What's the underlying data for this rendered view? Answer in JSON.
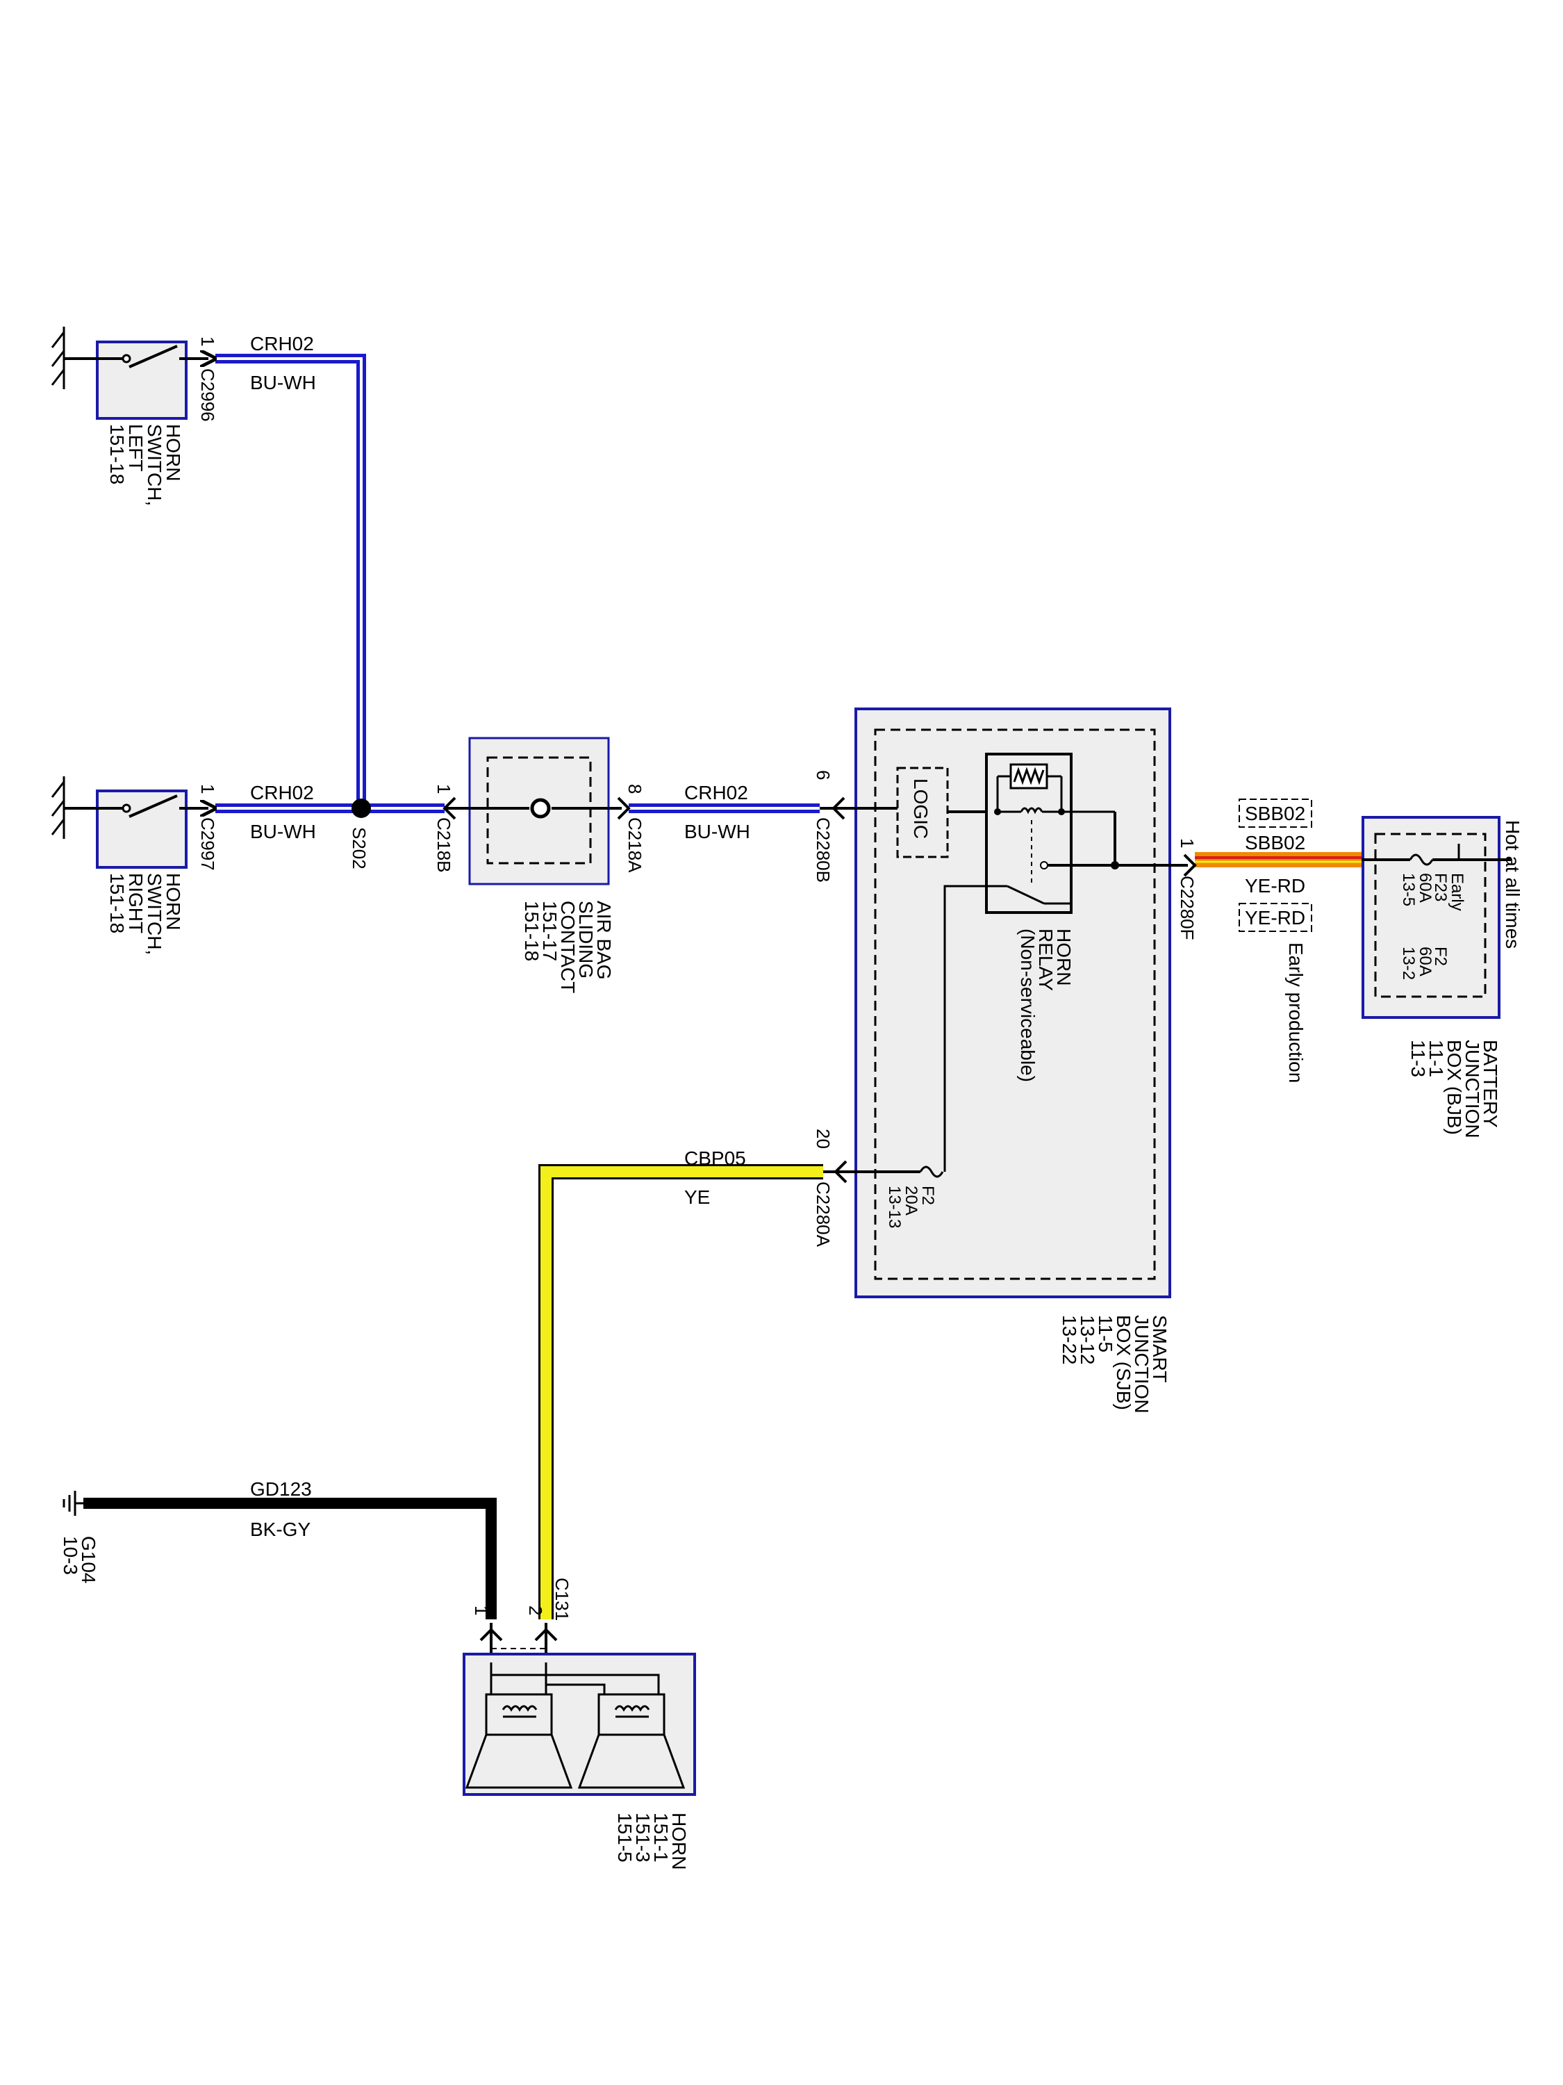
{
  "diagram": {
    "hot_label": "Hot at all times",
    "colors": {
      "blue_wire": "#1a1acc",
      "yellow_wire": "#f2ef1a",
      "black_wire": "#000000",
      "orange_wire": "#f08a00",
      "red_wire": "#d81e1e",
      "box_fill": "#eeeeee",
      "box_border": "#1a1aa8"
    },
    "components": {
      "horn_switch_left": {
        "l1": "HORN",
        "l2": "SWITCH,",
        "l3": "LEFT",
        "l4": "151-18",
        "connector": "C2996",
        "pin": "1"
      },
      "horn_switch_right": {
        "l1": "HORN",
        "l2": "SWITCH,",
        "l3": "RIGHT",
        "l4": "151-18",
        "connector": "C2997",
        "pin": "1"
      },
      "splice": {
        "label": "S202"
      },
      "airbag": {
        "l1": "AIR BAG",
        "l2": "SLIDING",
        "l3": "CONTACT",
        "l4": "151-17",
        "l5": "151-18",
        "conn_in": "C218B",
        "pin_in": "1",
        "conn_out": "C218A",
        "pin_out": "8"
      },
      "sjb": {
        "l1": "SMART",
        "l2": "JUNCTION",
        "l3": "BOX (SJB)",
        "l4": "11-5",
        "l5": "13-12",
        "l6": "13-22",
        "logic": "LOGIC",
        "conn_b": "C2280B",
        "pin_b": "6",
        "conn_a": "C2280A",
        "pin_a": "20",
        "conn_f": "C2280F",
        "pin_f": "1",
        "fuse_name": "F2",
        "fuse_rating": "20A",
        "fuse_page": "13-13"
      },
      "horn_relay": {
        "l1": "HORN",
        "l2": "RELAY",
        "l3": "(Non-serviceable)"
      },
      "bjb": {
        "l1": "BATTERY",
        "l2": "JUNCTION",
        "l3": "BOX (BJB)",
        "l4": "11-1",
        "l5": "11-3",
        "early": "Early",
        "f23": "F23",
        "f23_rating": "60A",
        "f23_page": "13-5",
        "f2": "F2",
        "f2_rating": "60A",
        "f2_page": "13-2"
      },
      "ground": {
        "l1": "G104",
        "l2": "10-3"
      },
      "horn": {
        "l1": "HORN",
        "l2": "151-1",
        "l3": "151-3",
        "l4": "151-5",
        "connector": "C131",
        "pin1": "1",
        "pin2": "2"
      }
    },
    "wires": {
      "crh02_top": {
        "circuit": "CRH02",
        "color": "BU-WH"
      },
      "crh02_mid": {
        "circuit": "CRH02",
        "color": "BU-WH"
      },
      "crh02_right": {
        "circuit": "CRH02",
        "color": "BU-WH"
      },
      "sbb02": {
        "circuit": "SBB02",
        "alt_circuit": "SBB02",
        "color": "YE-RD",
        "alt_color": "YE-RD",
        "note": "Early production"
      },
      "cbp05": {
        "circuit": "CBP05",
        "color": "YE"
      },
      "gd123": {
        "circuit": "GD123",
        "color": "BK-GY"
      }
    }
  }
}
